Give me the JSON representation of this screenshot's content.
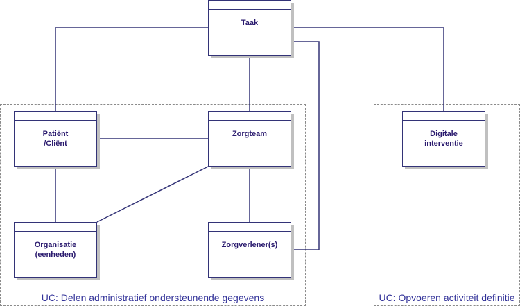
{
  "diagram": {
    "boundaries": [
      {
        "id": "uc-delen",
        "label": "UC: Delen administratief ondersteunende gegevens"
      },
      {
        "id": "uc-opvoeren",
        "label": "UC: Opvoeren activiteit definitie"
      }
    ],
    "classes": [
      {
        "id": "taak",
        "name": "Taak"
      },
      {
        "id": "patient",
        "name": "Patiënt\n/Cliënt"
      },
      {
        "id": "zorgteam",
        "name": "Zorgteam"
      },
      {
        "id": "organisatie",
        "name": "Organisatie\n(eenheden)"
      },
      {
        "id": "zorgverlener",
        "name": "Zorgverlener(s)"
      },
      {
        "id": "digitale",
        "name": "Digitale\ninterventie"
      }
    ],
    "associations": [
      {
        "from": "Taak",
        "to": "Patiënt/Cliënt"
      },
      {
        "from": "Taak",
        "to": "Zorgteam"
      },
      {
        "from": "Taak",
        "to": "Digitale interventie"
      },
      {
        "from": "Taak",
        "to": "Zorgverlener(s)"
      },
      {
        "from": "Patiënt/Cliënt",
        "to": "Zorgteam"
      },
      {
        "from": "Patiënt/Cliënt",
        "to": "Organisatie (eenheden)"
      },
      {
        "from": "Zorgteam",
        "to": "Organisatie (eenheden)"
      },
      {
        "from": "Zorgteam",
        "to": "Zorgverlener(s)"
      }
    ],
    "colors": {
      "line": "#333377",
      "text": "#2a1a6e",
      "uc_label": "#333399",
      "boundary": "#8a8a8a"
    }
  }
}
